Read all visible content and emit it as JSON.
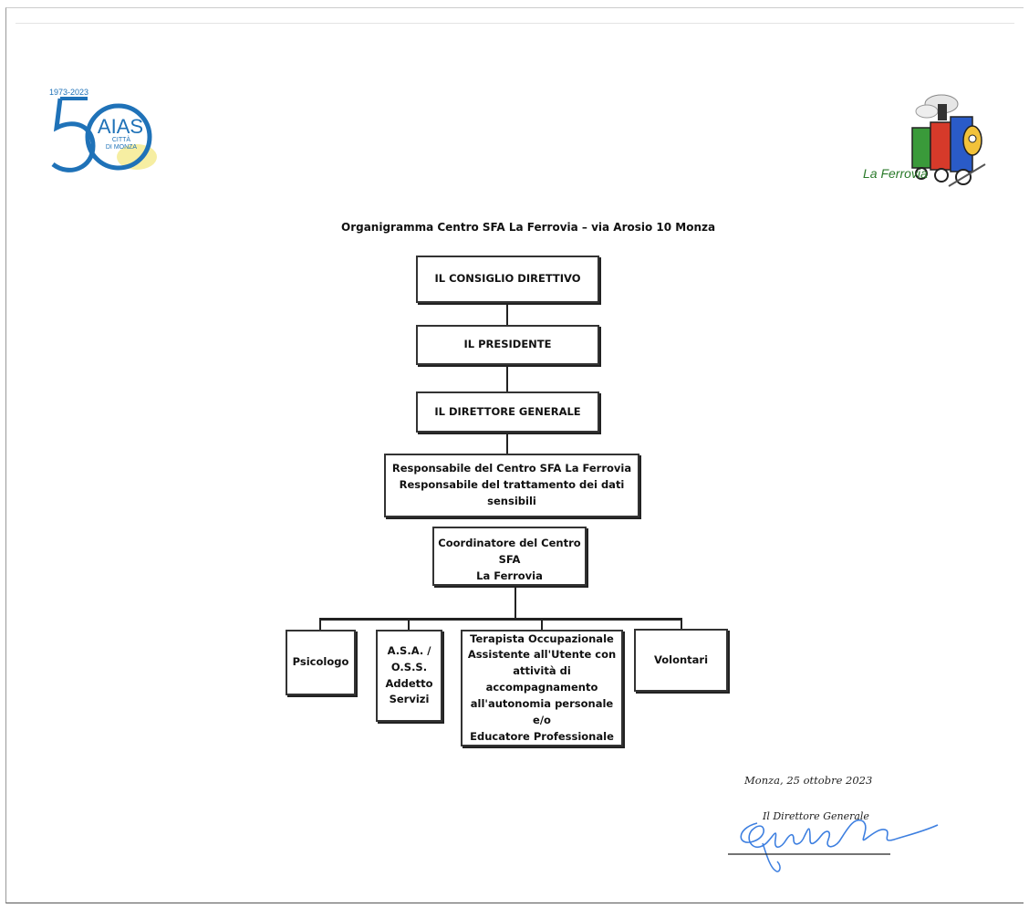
{
  "logos": {
    "aias": {
      "years": "1973-2023",
      "number": "50",
      "name": "AIAS",
      "city_line1": "CITTÀ",
      "city_line2": "DI MONZA"
    },
    "ferrovia": {
      "name": "La Ferrovia"
    }
  },
  "document": {
    "title": "Organigramma Centro SFA La Ferrovia – via Arosio 10 Monza"
  },
  "chart": {
    "consiglio": "IL CONSIGLIO DIRETTIVO",
    "presidente": "IL PRESIDENTE",
    "direttore": "IL DIRETTORE GENERALE",
    "responsabile": {
      "line1": "Responsabile del Centro SFA La Ferrovia",
      "line2": "Responsabile del trattamento dei dati sensibili"
    },
    "coordinatore": {
      "line1": "Coordinatore del Centro SFA",
      "line2": "La Ferrovia"
    },
    "psicologo": "Psicologo",
    "asa": {
      "line1": "A.S.A. /",
      "line2": "O.S.S.",
      "line3": "Addetto",
      "line4": "Servizi"
    },
    "terapista": {
      "line1": "Terapista Occupazionale",
      "line2": "Assistente all'Utente con",
      "line3": "attività di accompagnamento",
      "line4": "all'autonomia personale",
      "line5": "e/o",
      "line6": "Educatore Professionale"
    },
    "volontari": "Volontari"
  },
  "footer": {
    "place_date": "Monza, 25 ottobre 2023",
    "signer_role": "Il Direttore Generale"
  },
  "colors": {
    "aias_blue": "#1f72b8",
    "aias_yellow": "#f2e77a",
    "signature_blue": "#3d7fe0"
  }
}
